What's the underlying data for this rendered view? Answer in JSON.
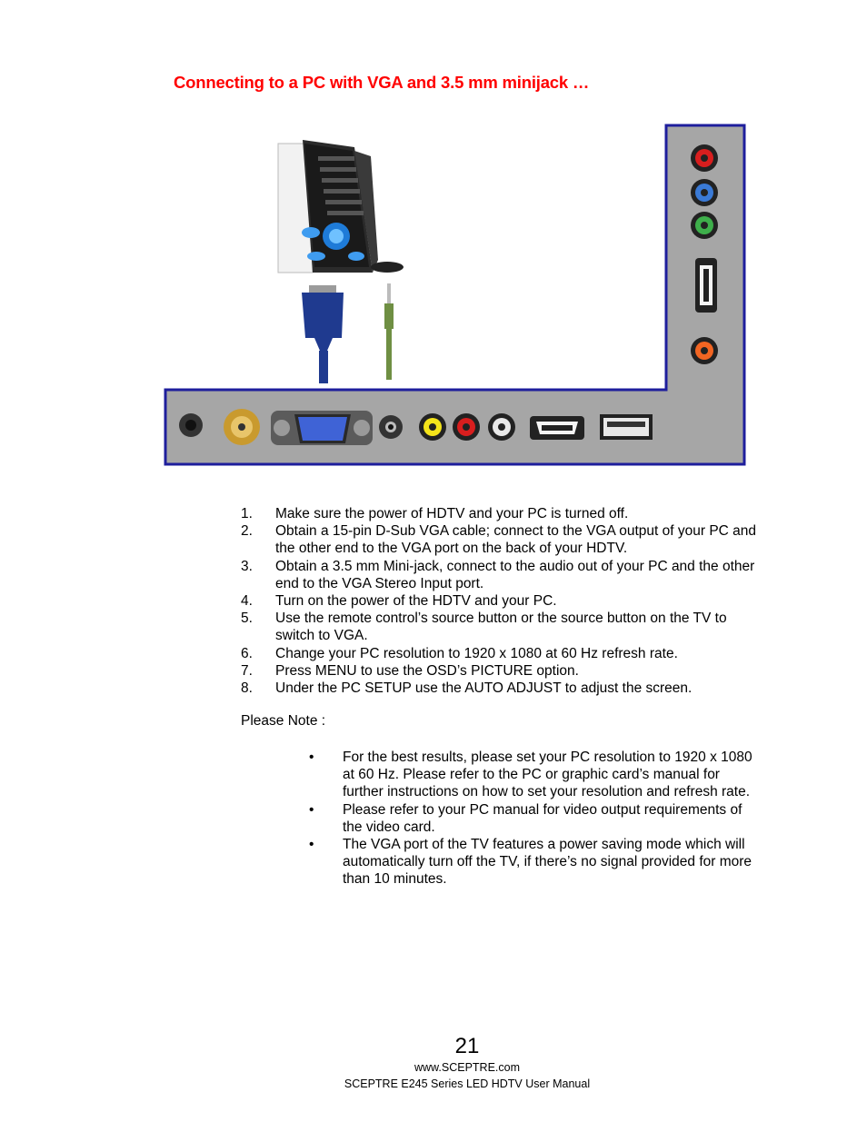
{
  "title": "Connecting to a PC with VGA and 3.5 mm minijack …",
  "steps": [
    {
      "num": "1.",
      "text": "Make sure the power of HDTV and your PC is turned off."
    },
    {
      "num": "2.",
      "text": "Obtain a 15-pin D-Sub VGA cable; connect to the VGA output of your PC and the other end to the VGA port on the back of your HDTV."
    },
    {
      "num": "3.",
      "text": "Obtain a 3.5 mm Mini-jack, connect to the audio out of your PC and the other end to the VGA Stereo Input port."
    },
    {
      "num": "4.",
      "text": "Turn on the power of the HDTV and your PC."
    },
    {
      "num": "5.",
      "text": "Use the remote control’s source button or the source button on the TV to switch to VGA."
    },
    {
      "num": "6.",
      "text": "Change your PC resolution to 1920 x 1080 at 60 Hz refresh rate."
    },
    {
      "num": "7.",
      "text": "Press MENU to use the OSD’s PICTURE option."
    },
    {
      "num": "8.",
      "text": "Under the PC SETUP use the AUTO ADJUST to adjust the screen."
    }
  ],
  "note_label": "Please Note :",
  "notes": [
    "For the best results, please set your PC resolution to 1920 x 1080 at 60 Hz.  Please refer to the PC or graphic card’s manual for further instructions on how to set your resolution and refresh rate.",
    "Please refer to your PC manual for video output requirements of the video card.",
    "The VGA port of the TV features a power saving mode which will automatically turn off the TV, if there’s no signal provided for more than 10 minutes."
  ],
  "bullet_glyph": "•",
  "page_number": "21",
  "footer_url": "www.SCEPTRE.com",
  "footer_manual": "SCEPTRE E245 Series LED HDTV User Manual",
  "colors": {
    "title": "#ff0000",
    "panel": "#a6a6a6",
    "panel_border": "#1e1e9c",
    "vga_cable": "#1f3a8f",
    "audio_cable": "#6f8f43"
  }
}
